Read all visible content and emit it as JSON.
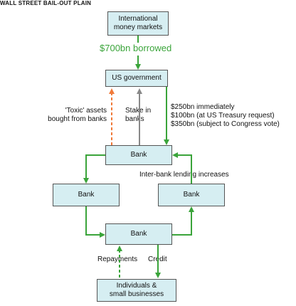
{
  "title": "WALL STREET BAIL-OUT PLAIN",
  "nodes": {
    "money_markets": "International\nmoney markets",
    "us_government": "US government",
    "bank_top": "Bank",
    "bank_left": "Bank",
    "bank_right": "Bank",
    "bank_bottom": "Bank",
    "individuals": "Individuals &\nsmall businesses"
  },
  "labels": {
    "borrowed": "$700bn borrowed",
    "toxic": "'Toxic' assets\nbought from banks",
    "stake": "Stake in\nbanks",
    "funding": "$250bn immediately\n$100bn (at US Treasury request)\n$350bn (subject to Congress vote)",
    "interbank": "Inter-bank lending increases",
    "repayments": "Repayments",
    "credit": "Credit"
  },
  "colors": {
    "green": "#3aa43a",
    "orange": "#f07a3a",
    "grey": "#888888",
    "box_fill": "#d6eef2"
  }
}
